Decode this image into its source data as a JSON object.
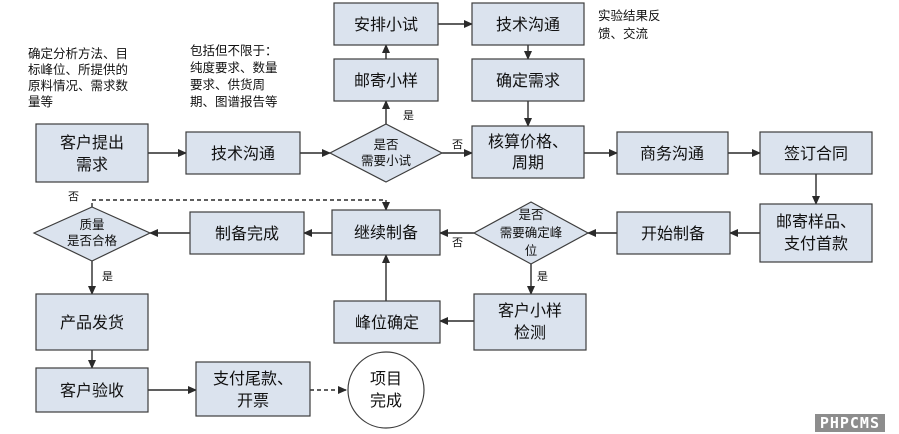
{
  "nodes": {
    "anpai_xiaoshi": {
      "label": "安排小试"
    },
    "jishu_goutong_top": {
      "label": "技术沟通"
    },
    "youji_xiaoyang": {
      "label": "邮寄小样"
    },
    "queding_xuqiu": {
      "label": "确定需求"
    },
    "kehu_tichu": {
      "label1": "客户提出",
      "label2": "需求"
    },
    "jishu_goutong_mid": {
      "label": "技术沟通"
    },
    "shifou_xiaoshi": {
      "label1": "是否",
      "label2": "需要小试"
    },
    "hesuan": {
      "label1": "核算价格、",
      "label2": "周期"
    },
    "shangwu_goutong": {
      "label": "商务沟通"
    },
    "qianding_hetong": {
      "label": "签订合同"
    },
    "zhiliang_hege": {
      "label1": "质量",
      "label2": "是否合格"
    },
    "zhibei_wancheng": {
      "label": "制备完成"
    },
    "jixu_zhibei": {
      "label": "继续制备"
    },
    "shifou_fengwei": {
      "label1": "是否",
      "label2": "需要确定峰",
      "label3": "位"
    },
    "kaishi_zhibei": {
      "label": "开始制备"
    },
    "youji_yangpin": {
      "label1": "邮寄样品、",
      "label2": "支付首款"
    },
    "chanpin_fahuo": {
      "label": "产品发货"
    },
    "fengwei_queding": {
      "label": "峰位确定"
    },
    "kehu_jiance": {
      "label1": "客户小样",
      "label2": "检测"
    },
    "kehu_yanshou": {
      "label": "客户验收"
    },
    "zhifu_weikuan": {
      "label1": "支付尾款、",
      "label2": "开票"
    },
    "xiangmu_wancheng": {
      "label1": "项目",
      "label2": "完成"
    }
  },
  "edge_labels": {
    "yes_small_test": "是",
    "no_small_test": "否",
    "no_peak": "否",
    "yes_peak": "是",
    "no_quality": "否",
    "yes_quality": "是"
  },
  "notes": {
    "left": [
      "确定分析方法、目",
      "标峰位、所提供的",
      "原料情况、需求数",
      "量等"
    ],
    "middle": [
      "包括但不限于：",
      "纯度要求、数量",
      "要求、供货周",
      "期、图谱报告等"
    ],
    "right": [
      "实验结果反",
      "馈、交流"
    ]
  },
  "watermark": "PHPCMS"
}
